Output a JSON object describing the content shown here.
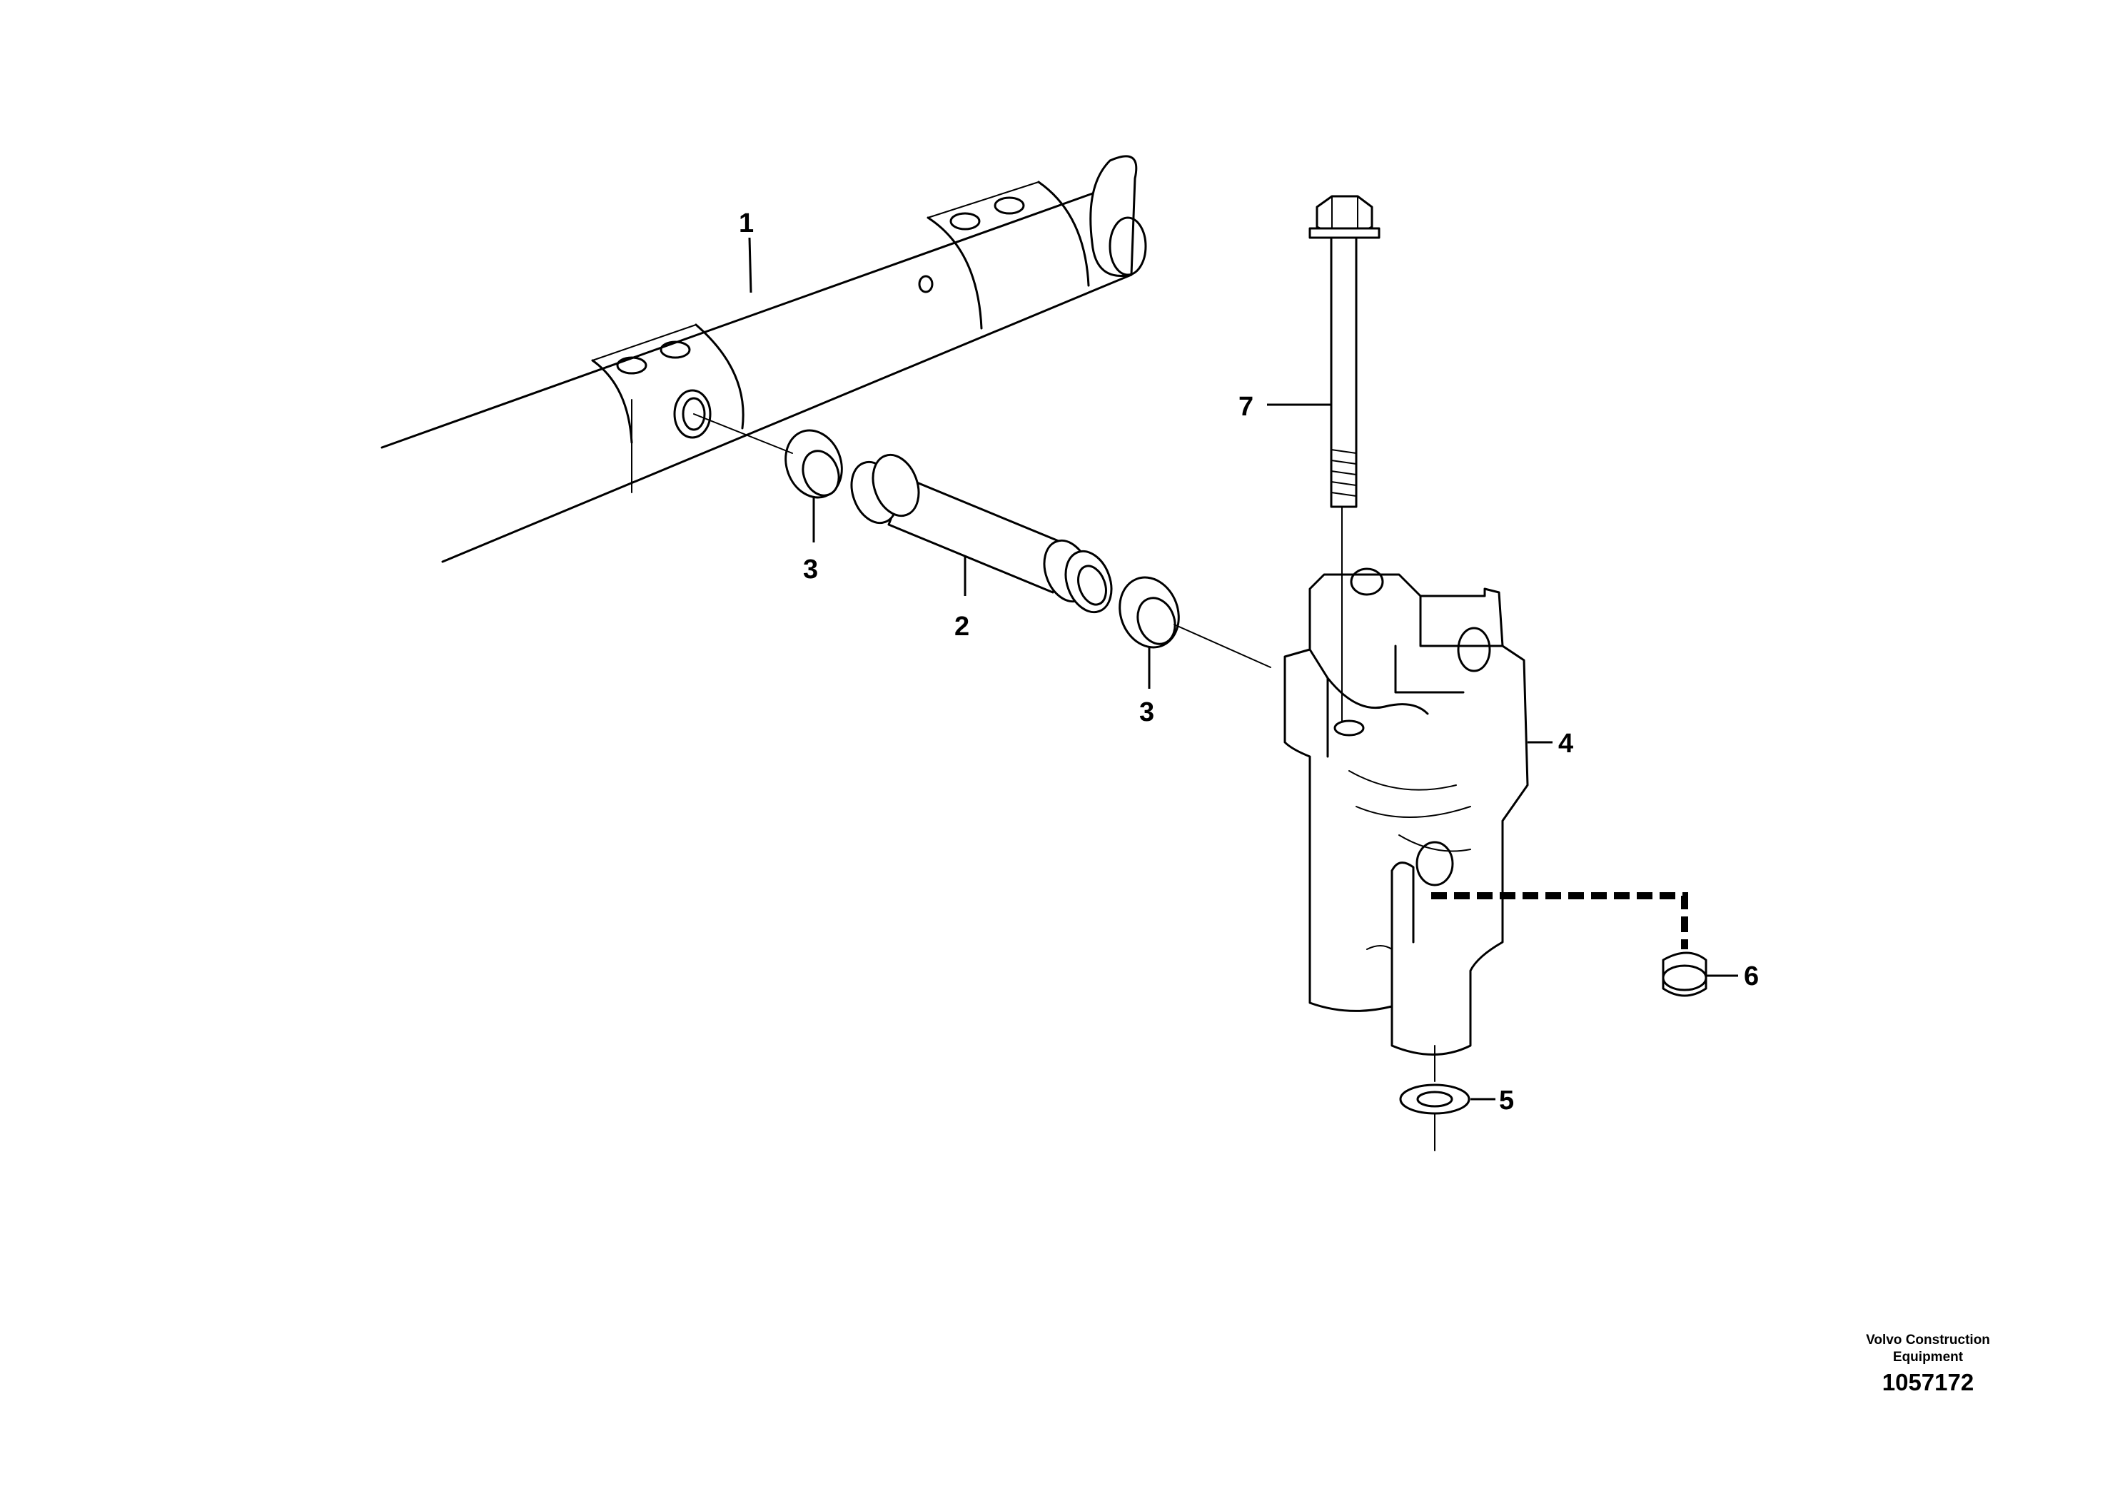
{
  "callouts": {
    "c1": "1",
    "c2": "2",
    "c3a": "3",
    "c3b": "3",
    "c4": "4",
    "c5": "5",
    "c6": "6",
    "c7": "7"
  },
  "footer": {
    "credit_line1": "Volvo Construction",
    "credit_line2": "Equipment",
    "document_number": "1057172"
  }
}
